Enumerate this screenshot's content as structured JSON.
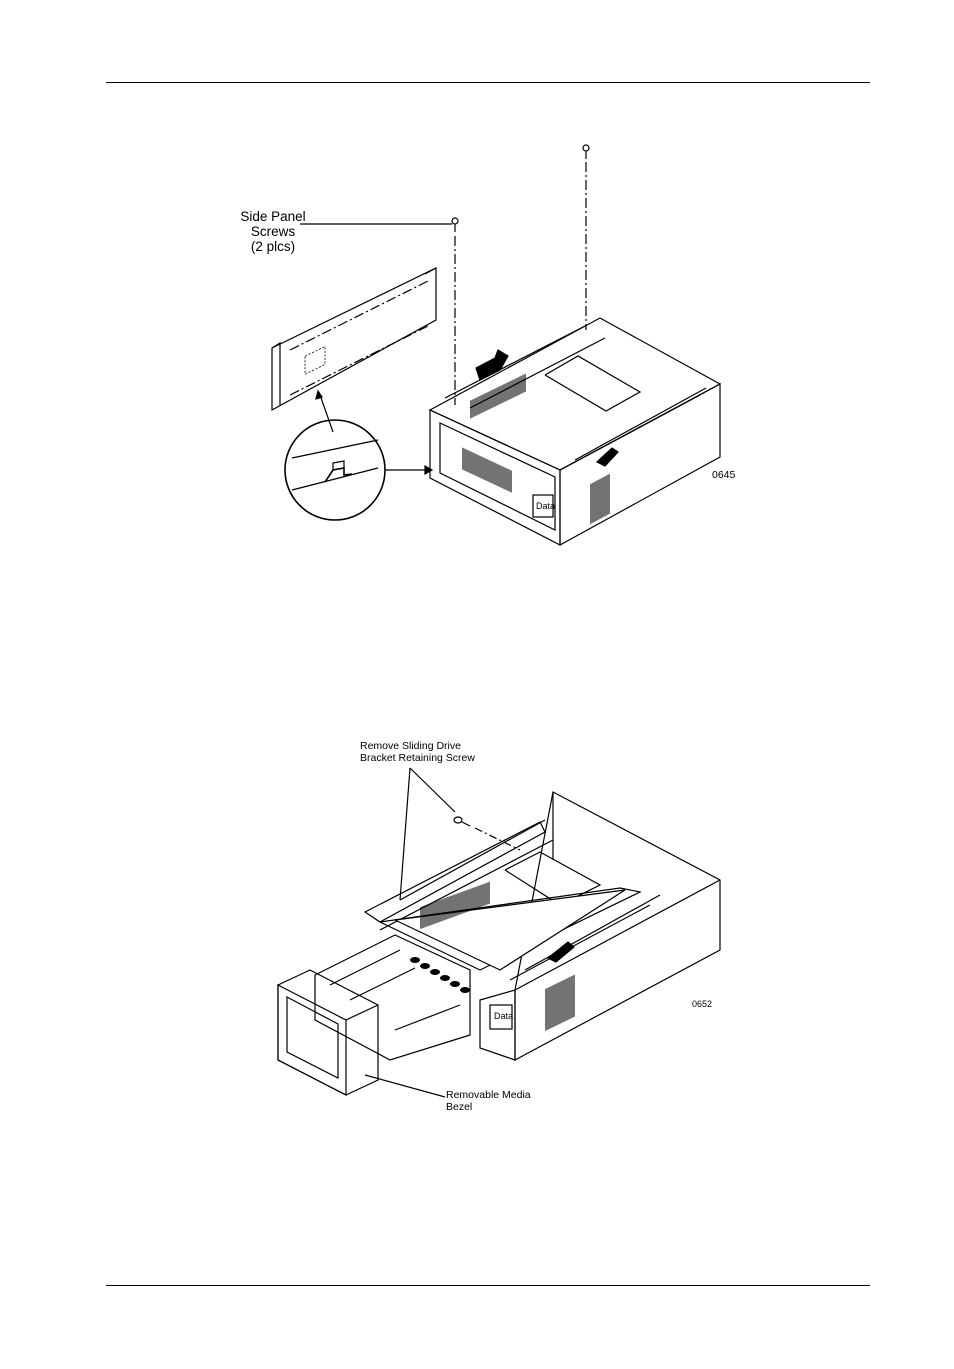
{
  "figure1": {
    "callout_side_panel_screws": [
      "Side Panel",
      "Screws",
      "(2 plcs)"
    ],
    "figure_number": "0645",
    "logo_text": "Data"
  },
  "figure2": {
    "callout_retaining_screw": [
      "Remove Sliding Drive",
      "Bracket Retaining Screw"
    ],
    "callout_bezel": [
      "Removable Media",
      "Bezel"
    ],
    "figure_number": "0652",
    "logo_text": "Data"
  }
}
